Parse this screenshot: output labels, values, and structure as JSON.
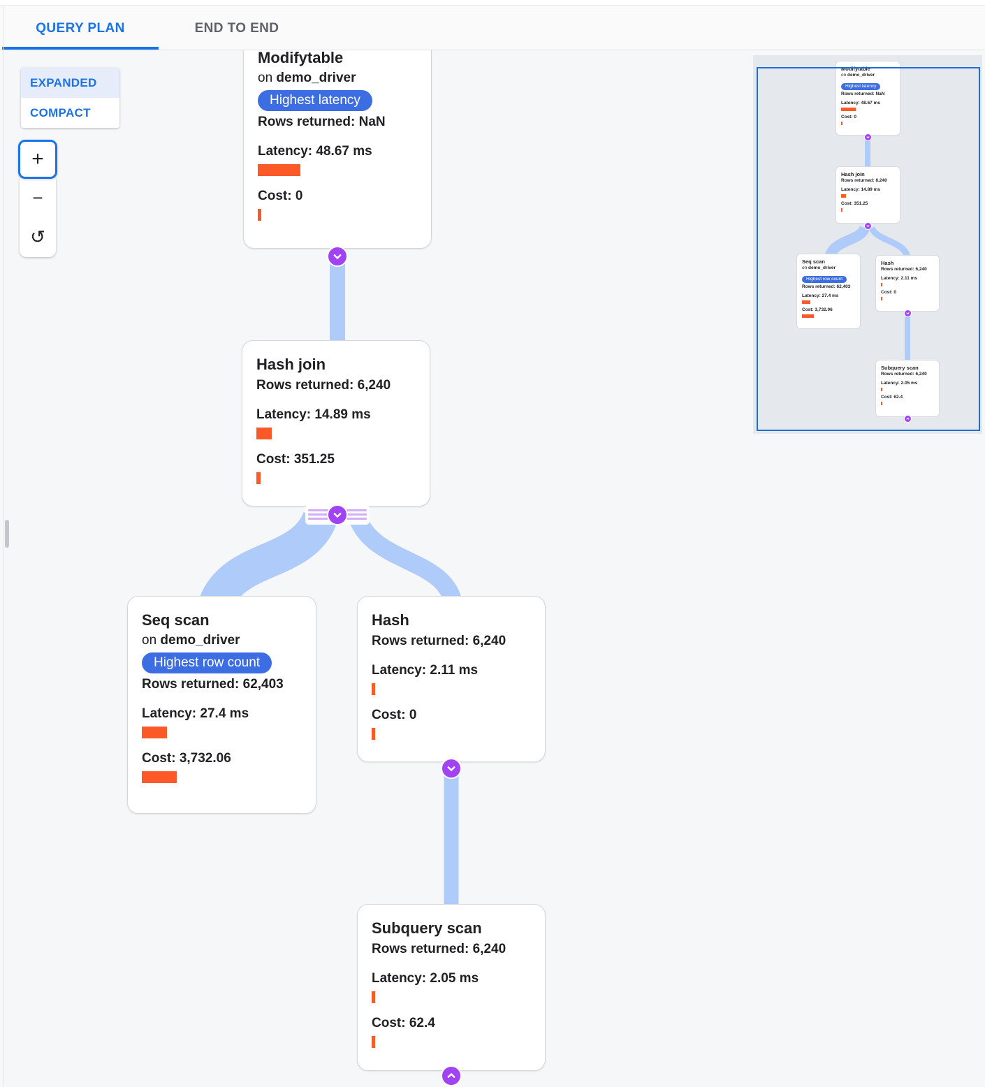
{
  "tab_bar": {
    "tabs": [
      {
        "label": "QUERY PLAN"
      },
      {
        "label": "END TO END"
      }
    ],
    "active_tab": "QUERY PLAN"
  },
  "view_mode": {
    "expanded_label": "EXPANDED",
    "compact_label": "COMPACT",
    "selected": "EXPANDED"
  },
  "zoom_controls": {
    "zoom_in_label": "+",
    "zoom_out_label": "−",
    "reset_label": "↺"
  },
  "colors": {
    "accent_blue": "#1a73e8",
    "badge_blue": "#3d6de2",
    "bar_orange": "#fb5a28",
    "edge_blue": "#aecbfa",
    "connector_purple": "#a142f4",
    "minimap_bg": "#e5e8ec"
  },
  "nodes": [
    {
      "id": "modifytable",
      "title": "Modifytable",
      "on_prefix": "on",
      "table": "demo_driver",
      "badge": "Highest latency",
      "rows": "Rows returned: NaN",
      "latency": "Latency: 48.67 ms",
      "latency_bar": 61,
      "cost": "Cost: 0",
      "cost_bar": 5
    },
    {
      "id": "hashjoin",
      "title": "Hash join",
      "on_prefix": null,
      "table": null,
      "badge": null,
      "rows": "Rows returned: 6,240",
      "latency": "Latency: 14.89 ms",
      "latency_bar": 22,
      "cost": "Cost: 351.25",
      "cost_bar": 6
    },
    {
      "id": "seqscan",
      "title": "Seq scan",
      "on_prefix": "on",
      "table": "demo_driver",
      "badge": "Highest row count",
      "rows": "Rows returned: 62,403",
      "latency": "Latency: 27.4 ms",
      "latency_bar": 36,
      "cost": "Cost: 3,732.06",
      "cost_bar": 50
    },
    {
      "id": "hash",
      "title": "Hash",
      "on_prefix": null,
      "table": null,
      "badge": null,
      "rows": "Rows returned: 6,240",
      "latency": "Latency: 2.11 ms",
      "latency_bar": 5,
      "cost": "Cost: 0",
      "cost_bar": 5
    },
    {
      "id": "subquery",
      "title": "Subquery scan",
      "on_prefix": null,
      "table": null,
      "badge": null,
      "rows": "Rows returned: 6,240",
      "latency": "Latency: 2.05 ms",
      "latency_bar": 5,
      "cost": "Cost: 62.4",
      "cost_bar": 5
    }
  ],
  "edges": [
    {
      "from": "modifytable",
      "to": "hashjoin"
    },
    {
      "from": "hashjoin",
      "to": "seqscan"
    },
    {
      "from": "hashjoin",
      "to": "hash"
    },
    {
      "from": "hash",
      "to": "subquery"
    }
  ]
}
